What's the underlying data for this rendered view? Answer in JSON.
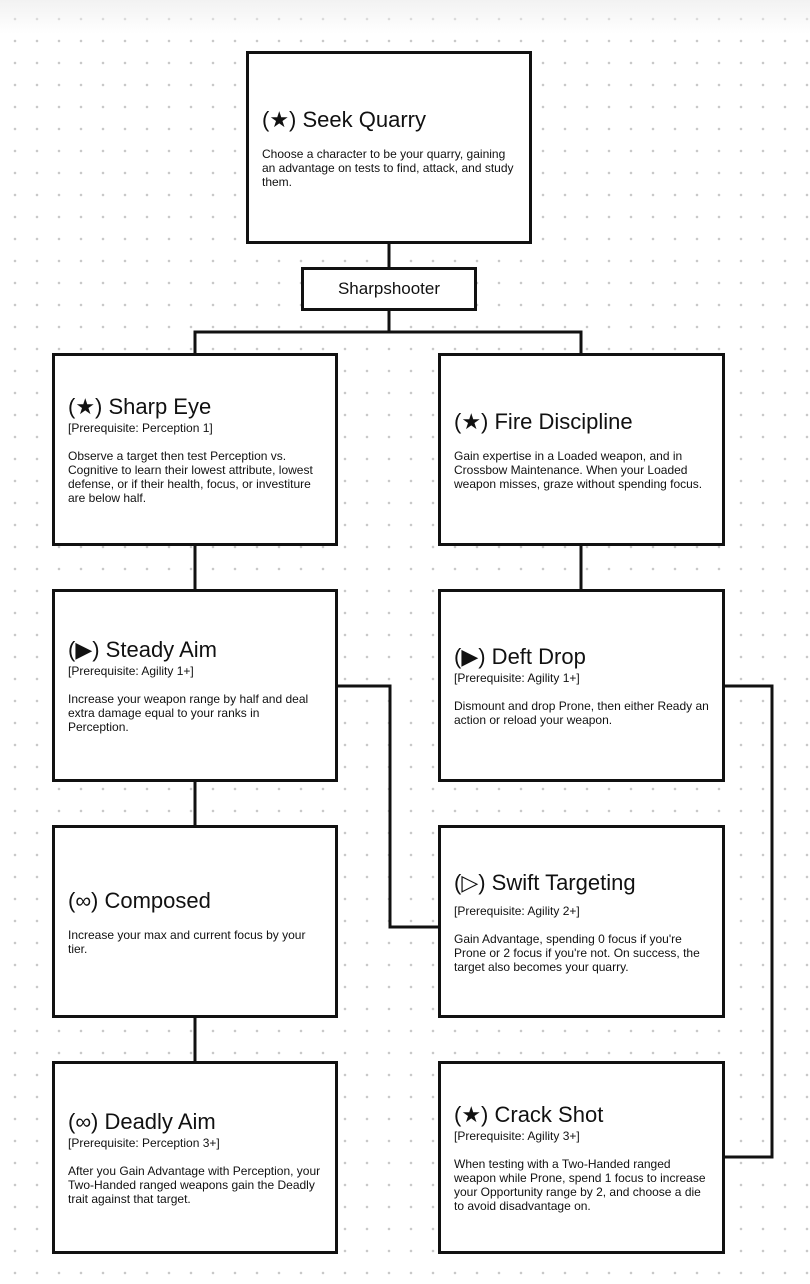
{
  "hub": {
    "label": "Sharpshooter"
  },
  "cards": {
    "seek_quarry": {
      "icon": "filled-star-icon",
      "title": "(★) Seek Quarry",
      "prereq": "",
      "desc": "Choose a character to be your quarry, gaining an advantage on tests to find, attack, and study them."
    },
    "sharp_eye": {
      "icon": "filled-star-icon",
      "title": "(★) Sharp Eye",
      "prereq": "[Prerequisite: Perception 1]",
      "desc": "Observe a target then test Perception vs. Cognitive to learn their lowest attribute, lowest defense, or if their health, focus, or investiture are below half."
    },
    "fire_discipline": {
      "icon": "filled-star-icon",
      "title": "(★) Fire Discipline",
      "prereq": "",
      "desc": "Gain expertise in a Loaded weapon, and in Crossbow Maintenance. When your Loaded weapon misses, graze without spending focus."
    },
    "steady_aim": {
      "icon": "filled-play-icon",
      "title": "(▶) Steady Aim",
      "prereq": "[Prerequisite: Agility 1+]",
      "desc": "Increase your weapon range by half and deal extra damage equal to your ranks in Perception."
    },
    "deft_drop": {
      "icon": "filled-play-icon",
      "title": "(▶) Deft Drop",
      "prereq": "[Prerequisite: Agility 1+]",
      "desc": "Dismount and drop Prone, then either Ready an action or reload your weapon."
    },
    "composed": {
      "icon": "infinity-icon",
      "title": "(∞) Composed",
      "prereq": "",
      "desc": "Increase your max and current focus by your tier."
    },
    "swift_targeting": {
      "icon": "outline-play-icon",
      "title": "(▷) Swift Targeting",
      "prereq": "[Prerequisite: Agility 2+]",
      "desc": "Gain Advantage, spending 0 focus if you're Prone or 2 focus if you're not. On success, the target also becomes your quarry."
    },
    "deadly_aim": {
      "icon": "infinity-icon",
      "title": "(∞) Deadly Aim",
      "prereq": "[Prerequisite: Perception 3+]",
      "desc": "After you Gain Advantage with Perception, your Two-Handed ranged weapons gain the Deadly trait against that target."
    },
    "crack_shot": {
      "icon": "filled-star-icon",
      "title": "(★) Crack Shot",
      "prereq": "[Prerequisite: Agility 3+]",
      "desc": "When testing with a Two-Handed ranged weapon while Prone, spend 1 focus to increase your Opportunity range by 2, and choose a die to avoid disadvantage on."
    }
  }
}
